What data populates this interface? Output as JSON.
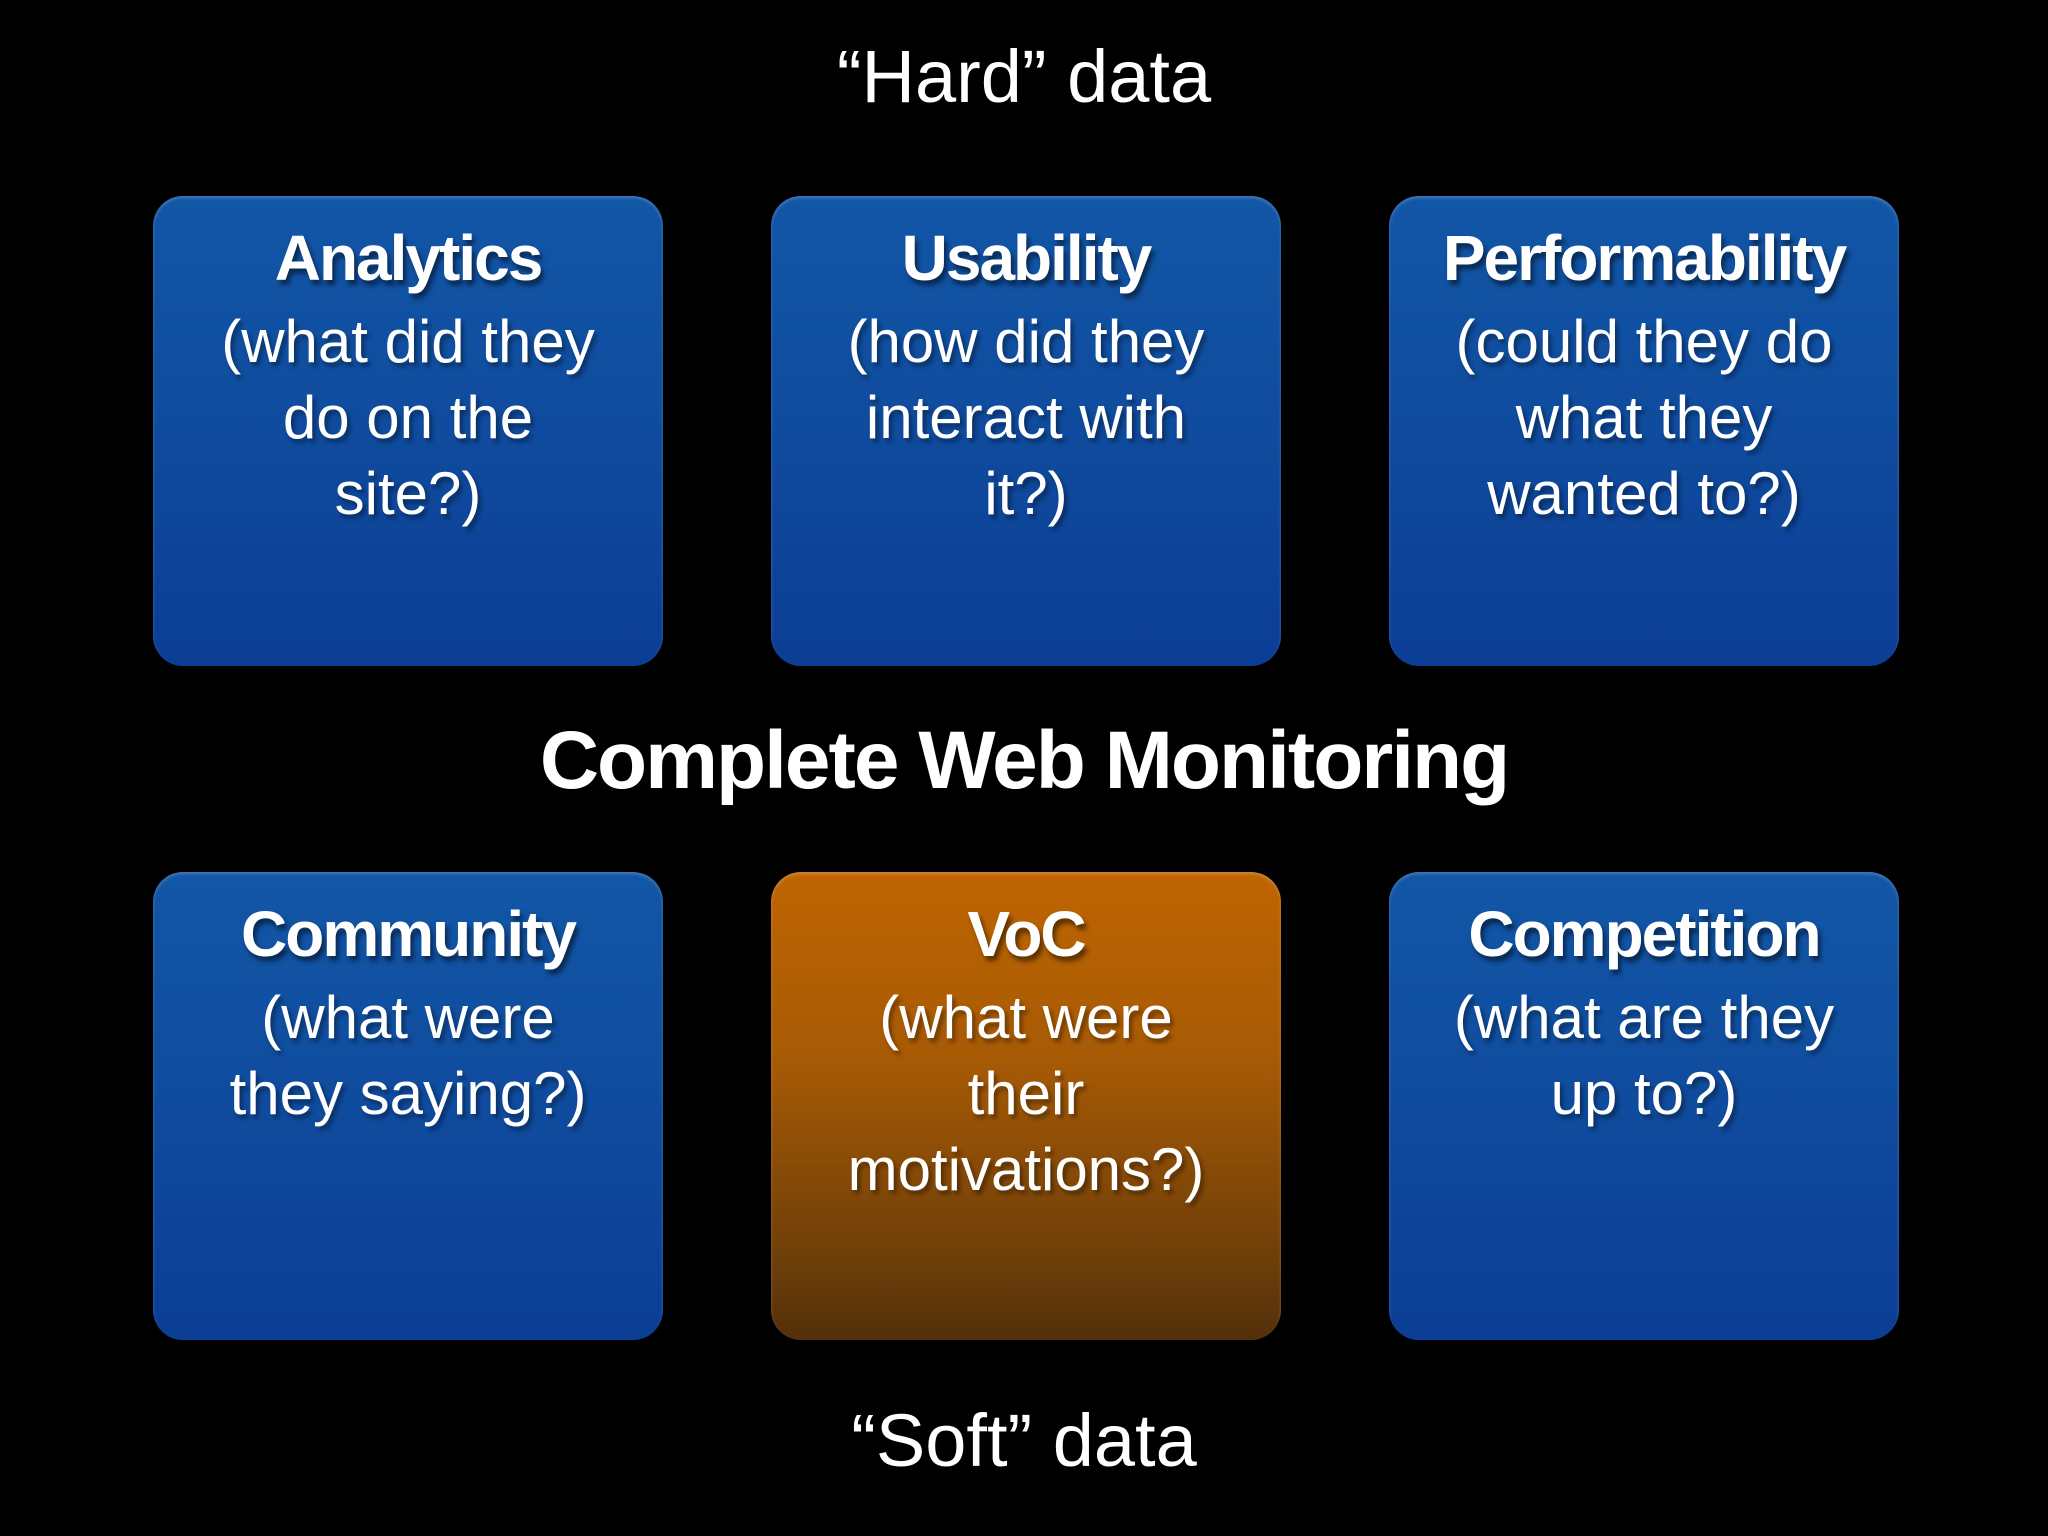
{
  "labels": {
    "hard": "“Hard” data",
    "center": "Complete Web Monitoring",
    "soft": "“Soft” data"
  },
  "colors": {
    "background": "#000000",
    "text": "#FFFFFF",
    "blue_box_top": "#1256A6",
    "blue_box_bottom": "#0B3D95",
    "orange_box_top": "#BF6502",
    "orange_box_bottom": "#532F0B"
  },
  "boxes": {
    "hard": [
      {
        "title": "Analytics",
        "description": "(what did they\ndo on the\nsite?)",
        "color": "blue"
      },
      {
        "title": "Usability",
        "description": "(how did they\ninteract with\nit?)",
        "color": "blue"
      },
      {
        "title": "Performability",
        "description": "(could they do\nwhat they\nwanted to?)",
        "color": "blue"
      }
    ],
    "soft": [
      {
        "title": "Community",
        "description": "(what were\nthey saying?)",
        "color": "blue"
      },
      {
        "title": "VoC",
        "description": "(what were\ntheir\nmotivations?)",
        "color": "orange"
      },
      {
        "title": "Competition",
        "description": "(what are they\nup to?)",
        "color": "blue"
      }
    ]
  }
}
